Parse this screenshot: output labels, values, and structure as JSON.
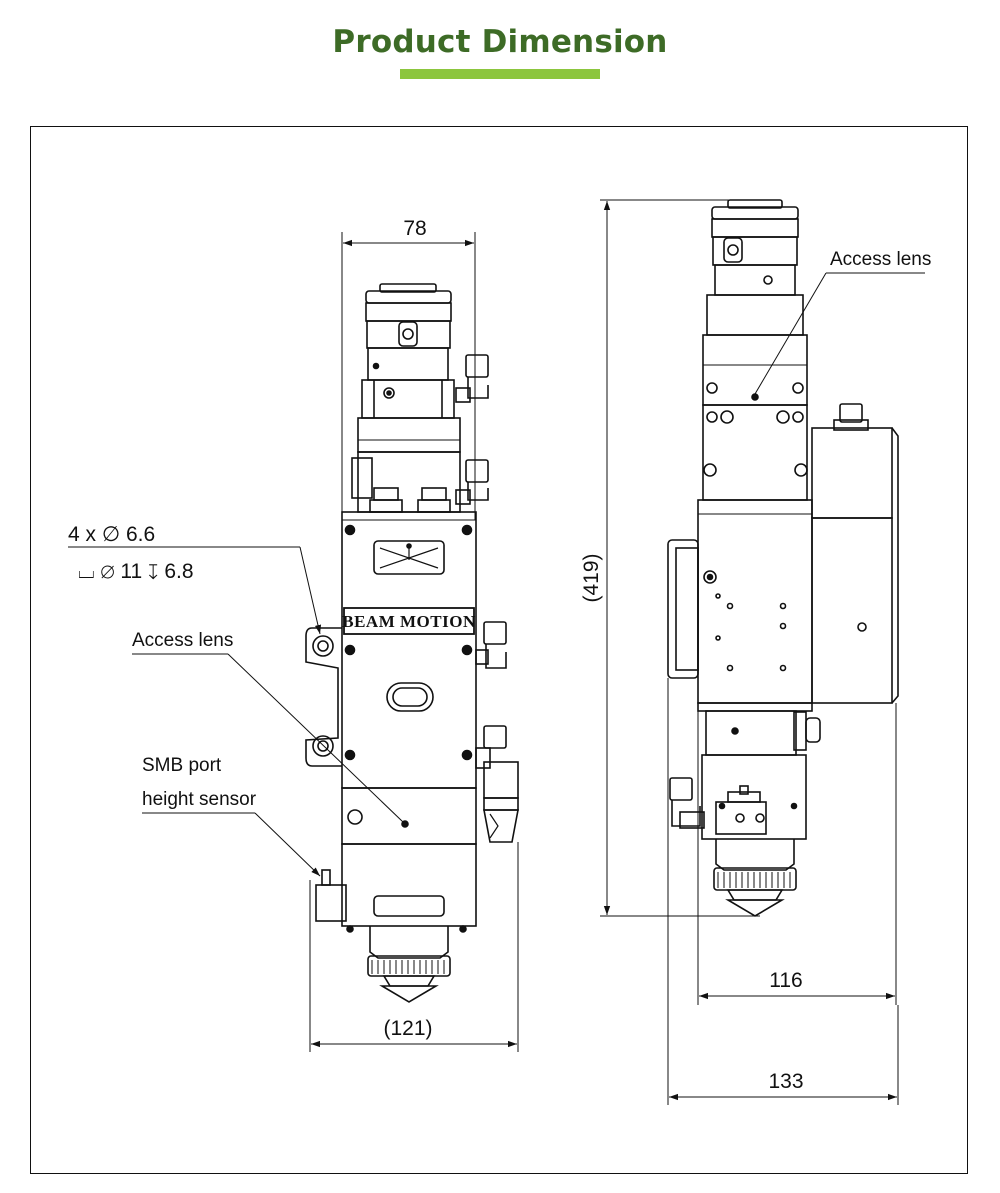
{
  "header": {
    "title": "Product Dimension",
    "title_color": "#3d6b26",
    "accent_color": "#8cc63e"
  },
  "front_view": {
    "width_dim": "78",
    "overall_width_dim": "(121)",
    "hole_spec_line1": "4 x ∅ 6.6",
    "hole_spec_line2": "⌴ ∅ 11 ↧ 6.8",
    "access_lens": "Access lens",
    "smb_port_line1": "SMB port",
    "smb_port_line2": "height sensor",
    "brand_label": "BEAM MOTION"
  },
  "side_view": {
    "height_dim": "(419)",
    "access_lens": "Access lens",
    "width_dim_body": "116",
    "width_dim_overall": "133"
  }
}
